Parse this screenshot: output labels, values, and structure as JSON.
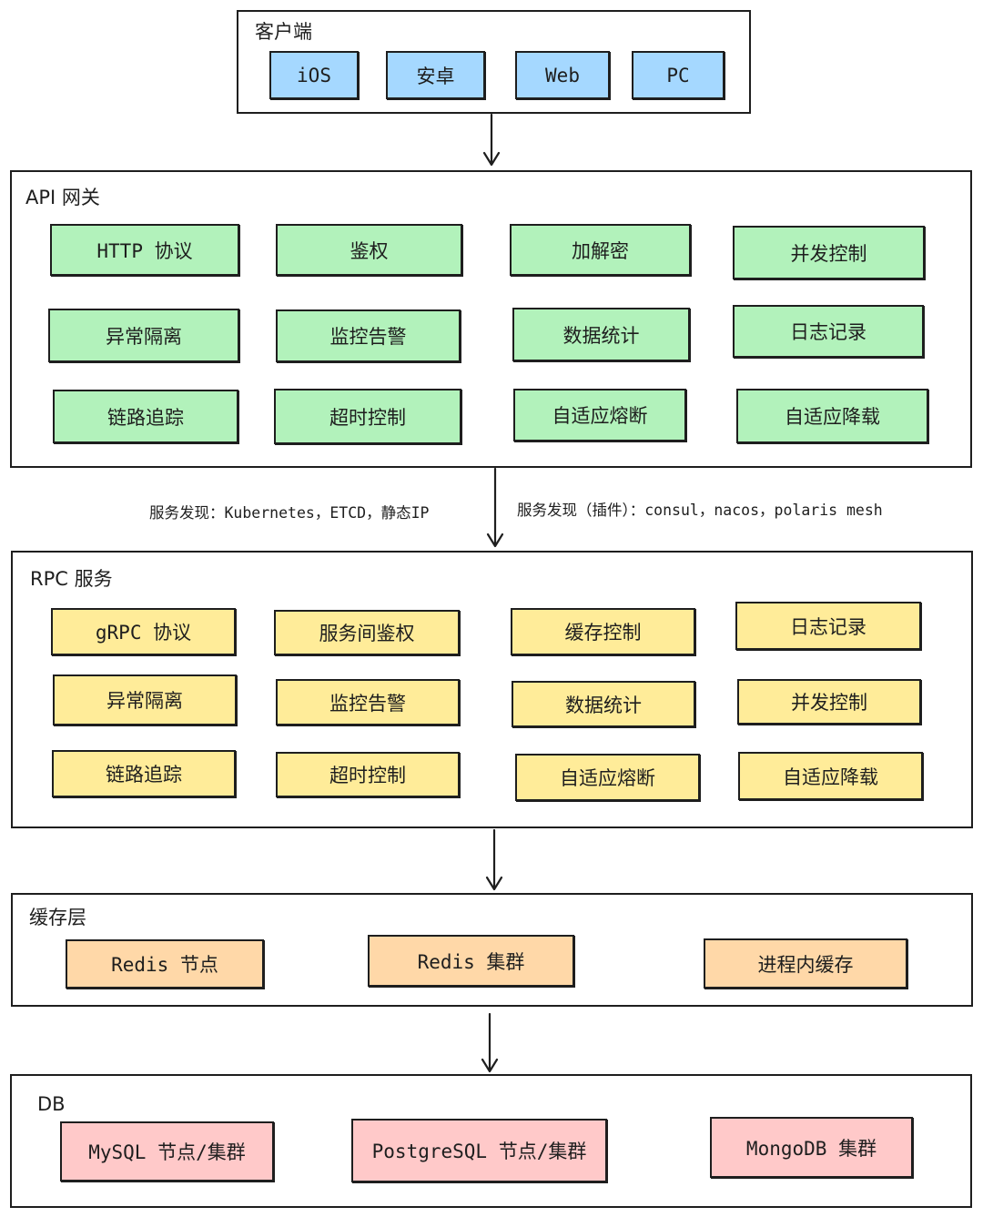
{
  "colors": {
    "client": "#a5d8ff",
    "gateway": "#b2f2bb",
    "rpc": "#ffec99",
    "cache": "#ffd8a8",
    "db": "#ffc9c9",
    "stroke": "#1e1e1e"
  },
  "client": {
    "title": "客户端",
    "items": [
      "iOS",
      "安卓",
      "Web",
      "PC"
    ]
  },
  "gateway": {
    "title": "API 网关",
    "items": [
      "HTTP 协议",
      "鉴权",
      "加解密",
      "并发控制",
      "异常隔离",
      "监控告警",
      "数据统计",
      "日志记录",
      "链路追踪",
      "超时控制",
      "自适应熔断",
      "自适应降载"
    ]
  },
  "discovery": {
    "left": "服务发现：Kubernetes，ETCD，静态IP",
    "right": "服务发现（插件）：consul，nacos，polaris mesh"
  },
  "rpc": {
    "title": "RPC 服务",
    "items": [
      "gRPC 协议",
      "服务间鉴权",
      "缓存控制",
      "日志记录",
      "异常隔离",
      "监控告警",
      "数据统计",
      "并发控制",
      "链路追踪",
      "超时控制",
      "自适应熔断",
      "自适应降载"
    ]
  },
  "cache": {
    "title": "缓存层",
    "items": [
      "Redis 节点",
      "Redis 集群",
      "进程内缓存"
    ]
  },
  "db": {
    "title": "DB",
    "items": [
      "MySQL 节点/集群",
      "PostgreSQL 节点/集群",
      "MongoDB 集群"
    ]
  }
}
